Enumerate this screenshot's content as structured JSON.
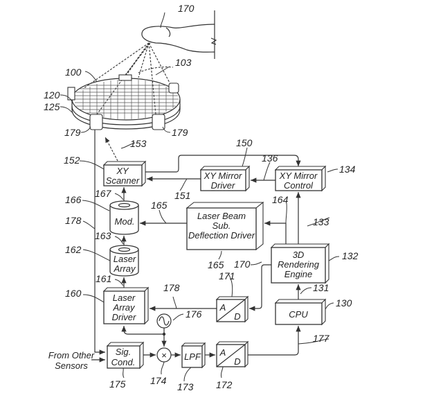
{
  "figure": {
    "blocks": {
      "xy_scanner": [
        "XY",
        "Scanner"
      ],
      "xy_mirror_driver": [
        "XY Mirror",
        "Driver"
      ],
      "xy_mirror_control": [
        "XY Mirror",
        "Control"
      ],
      "modulator": [
        "Mod."
      ],
      "laser_array": [
        "Laser",
        "Array"
      ],
      "laser_beam_sub": [
        "Laser Beam",
        "Sub.",
        "Deflection Driver"
      ],
      "rendering_engine": [
        "3D",
        "Rendering",
        "Engine"
      ],
      "laser_array_driver": [
        "Laser",
        "Array",
        "Driver"
      ],
      "cpu": [
        "CPU"
      ],
      "sig_cond": [
        "Sig.",
        "Cond."
      ],
      "lpf": [
        "LPF"
      ],
      "ad_upper": [
        "A",
        "D"
      ],
      "ad_lower": [
        "A",
        "D"
      ],
      "mixer_symbol": "×"
    },
    "input_label": [
      "From Other",
      "Sensors"
    ],
    "reference_numerals": {
      "finger": "170",
      "disc": "100",
      "beams": "103",
      "surface": "120",
      "base": "125",
      "sensor_left": "179",
      "sensor_right": "179",
      "scan_beam": "153",
      "xy_scanner": "152",
      "scanner_bus": "150",
      "mirror_driver_link": "136",
      "xy_mirror_control": "134",
      "scanner_link": "151",
      "mod_out": "167",
      "modulator": "166",
      "deflection_link": "165",
      "control_link": "164",
      "engine_to_control": "133",
      "sensor_line": "178",
      "mod_in": "163",
      "laser_array": "162",
      "deflection_driver": "165",
      "engine_out": "170",
      "rendering_engine": "132",
      "ad_upper": "171",
      "laser_out": "161",
      "laser_array_driver": "160",
      "driver_line": "178",
      "cpu_to_engine": "131",
      "cpu": "130",
      "oscillator": "176",
      "ad_to_cpu": "177",
      "sig_cond": "175",
      "mixer": "174",
      "lpf": "173",
      "ad_lower": "172"
    }
  }
}
